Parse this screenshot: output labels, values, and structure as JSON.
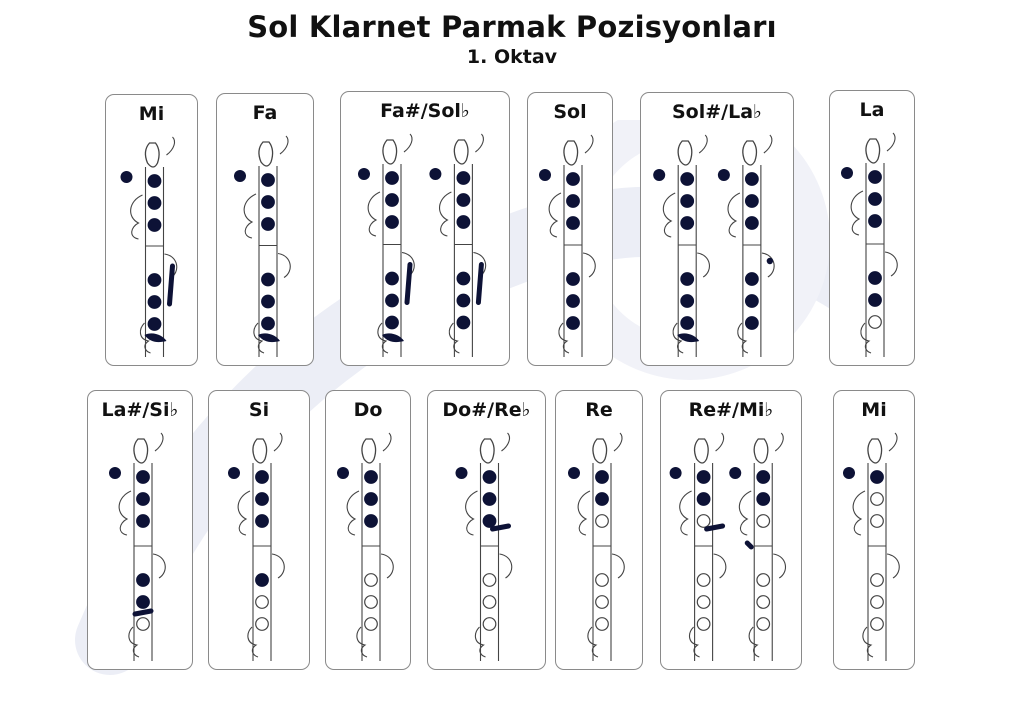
{
  "page": {
    "title": "Sol Klarnet Parmak Pozisyonları",
    "subtitle": "1. Oktav"
  },
  "colors": {
    "filled_hole": "#0d1236",
    "outline": "#444444",
    "card_border": "#8a8a8a"
  },
  "cards": [
    {
      "label": "Mi",
      "instruments": [
        {
          "thumb": true,
          "holes": [
            1,
            1,
            1,
            1,
            1,
            1
          ],
          "keys": [
            "side-lever-long",
            "pinky-bottom"
          ]
        }
      ]
    },
    {
      "label": "Fa",
      "instruments": [
        {
          "thumb": true,
          "holes": [
            1,
            1,
            1,
            1,
            1,
            1
          ],
          "keys": [
            "pinky-bottom"
          ]
        }
      ]
    },
    {
      "label": "Fa#/Sol♭",
      "instruments": [
        {
          "thumb": true,
          "holes": [
            1,
            1,
            1,
            1,
            1,
            1
          ],
          "keys": [
            "side-lever-long",
            "pinky-bottom"
          ]
        },
        {
          "thumb": true,
          "holes": [
            1,
            1,
            1,
            1,
            1,
            1
          ],
          "keys": [
            "side-lever-long"
          ]
        }
      ]
    },
    {
      "label": "Sol",
      "instruments": [
        {
          "thumb": true,
          "holes": [
            1,
            1,
            1,
            1,
            1,
            1
          ],
          "keys": []
        }
      ]
    },
    {
      "label": "Sol#/La♭",
      "instruments": [
        {
          "thumb": true,
          "holes": [
            1,
            1,
            1,
            1,
            1,
            1
          ],
          "keys": [
            "pinky-bottom"
          ]
        },
        {
          "thumb": true,
          "holes": [
            1,
            1,
            1,
            1,
            1,
            1
          ],
          "keys": [
            "side-dot"
          ]
        }
      ]
    },
    {
      "label": "La",
      "instruments": [
        {
          "thumb": true,
          "holes": [
            1,
            1,
            1,
            1,
            1,
            0
          ],
          "keys": []
        }
      ]
    },
    {
      "label": "La#/Si♭",
      "instruments": [
        {
          "thumb": true,
          "holes": [
            1,
            1,
            1,
            1,
            1,
            0
          ],
          "keys": [
            "side-lever-short"
          ]
        }
      ]
    },
    {
      "label": "Si",
      "instruments": [
        {
          "thumb": true,
          "holes": [
            1,
            1,
            1,
            1,
            0,
            0
          ],
          "keys": []
        }
      ]
    },
    {
      "label": "Do",
      "instruments": [
        {
          "thumb": true,
          "holes": [
            1,
            1,
            1,
            0,
            0,
            0
          ],
          "keys": []
        }
      ]
    },
    {
      "label": "Do#/Re♭",
      "instruments": [
        {
          "thumb": true,
          "holes": [
            1,
            1,
            1,
            0,
            0,
            0
          ],
          "keys": [
            "trill-key"
          ]
        }
      ]
    },
    {
      "label": "Re",
      "instruments": [
        {
          "thumb": true,
          "holes": [
            1,
            1,
            0,
            0,
            0,
            0
          ],
          "keys": []
        }
      ]
    },
    {
      "label": "Re#/Mi♭",
      "instruments": [
        {
          "thumb": true,
          "holes": [
            1,
            1,
            0,
            0,
            0,
            0
          ],
          "keys": [
            "trill-key"
          ]
        },
        {
          "thumb": true,
          "holes": [
            1,
            1,
            0,
            0,
            0,
            0
          ],
          "keys": [
            "side-key-small"
          ]
        }
      ]
    },
    {
      "label": "Mi",
      "instruments": [
        {
          "thumb": true,
          "holes": [
            1,
            0,
            0,
            0,
            0,
            0
          ],
          "keys": []
        }
      ]
    }
  ]
}
